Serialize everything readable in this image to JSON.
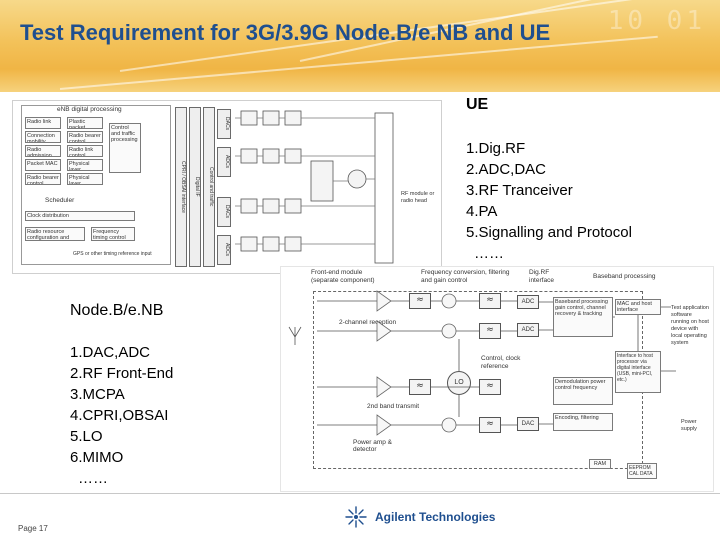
{
  "title": "Test Requirement for 3G/3.9G Node.B/e.NB and UE",
  "ue": {
    "heading": "UE",
    "items": [
      "1.Dig.RF",
      "2.ADC,DAC",
      "3.RF Tranceiver",
      "4.PA",
      "5.Signalling and Protocol",
      "……"
    ]
  },
  "nodeb": {
    "heading": "Node.B/e.NB",
    "items": [
      "1.DAC,ADC",
      "2.RF Front-End",
      "3.MCPA",
      "4.CPRI,OBSAI",
      "5.LO",
      "6.MIMO",
      "……"
    ]
  },
  "enb_diagram": {
    "heading": "eNB digital processing",
    "radio_head": "RF module or radio head",
    "rows": [
      [
        "Radio link",
        "Plastic packet"
      ],
      [
        "Connection mobility",
        "Radio bearer control"
      ],
      [
        "Radio admission",
        "Radio link control"
      ],
      [
        "Packet MAC",
        "Physical layer"
      ],
      [
        "Radio bearer control",
        "Physical layer"
      ]
    ],
    "scheduler": "Scheduler",
    "config": "Radio resource configuration and provision",
    "freq_timing": "Frequency timing control",
    "cpu": "Control and traffic processing",
    "gps": "GPS or other timing reference input",
    "clock": "Clock distribution",
    "cpri_bars": [
      "CPRI / OBSAI interface",
      "Digital IF",
      "Control and traffic"
    ],
    "converter_labels": [
      "DACs",
      "ADCs",
      "DACs",
      "ADCs"
    ]
  },
  "ue_diagram": {
    "top_labels": [
      "Front-end module (separate component)",
      "Frequency conversion, filtering and gain control",
      "Dig.RF interface",
      "Baseband processing"
    ],
    "rx_label": "2-channel reception",
    "tx_label": "2nd band transmit",
    "power_label": "Power amp & detector",
    "lo": "LO",
    "control": "Control, clock reference",
    "adc": "ADC",
    "dac": "DAC",
    "baseband": "Baseband processing gain control, channel recovery & tracking",
    "demod": "Demodulation power control frequency",
    "encoding": "Encoding, filtering",
    "mac": "MAC and host interface",
    "host_if": "Interface to host processor via digital interface (USB, mini-PCI, etc.)",
    "app": "Test application software running on host device with local operating system",
    "power_supply": "Power supply",
    "ram": "RAM",
    "eeprom": "EEPROM CAL DATA"
  },
  "footer": {
    "page": "Page 17",
    "brand": "Agilent Technologies"
  },
  "colors": {
    "title": "#1f4f8f",
    "header_gold": "#f3c25a",
    "brand": "#1f4f8f"
  }
}
